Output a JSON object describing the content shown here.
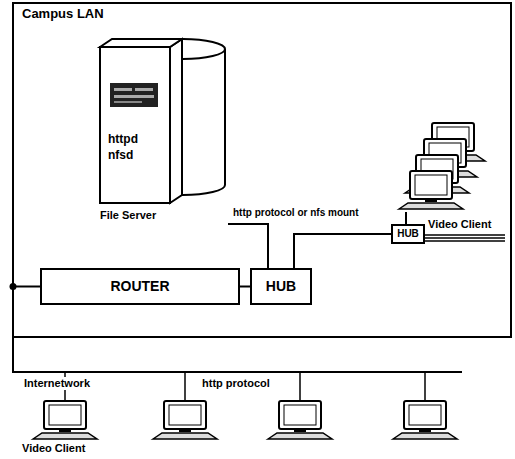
{
  "diagram": {
    "nodes": [
      {
        "text": [
          "Campus LAN"
        ]
      },
      {
        "text": [
          "httpd",
          "nfsd",
          "File Server"
        ],
        "in": 0
      },
      {
        "text": [
          "Video Client"
        ],
        "in": 0
      },
      {
        "text": [
          "HUB"
        ],
        "in": 0
      },
      {
        "text": [
          "ROUTER"
        ],
        "in": 0
      },
      {
        "text": [
          "HUB"
        ],
        "in": 0
      },
      {
        "text": [
          "Video Client"
        ]
      }
    ],
    "edges": [
      {
        "from": 1,
        "to": 5,
        "label": "http protocol or nfs mount",
        "arrow": "none"
      },
      {
        "from": 2,
        "to": 3,
        "arrow": "none"
      },
      {
        "from": 3,
        "to": 5,
        "arrow": "none"
      },
      {
        "from": 4,
        "to": 5,
        "arrow": "none"
      }
    ],
    "labels": [
      "Internetwork",
      "http protocol"
    ]
  }
}
